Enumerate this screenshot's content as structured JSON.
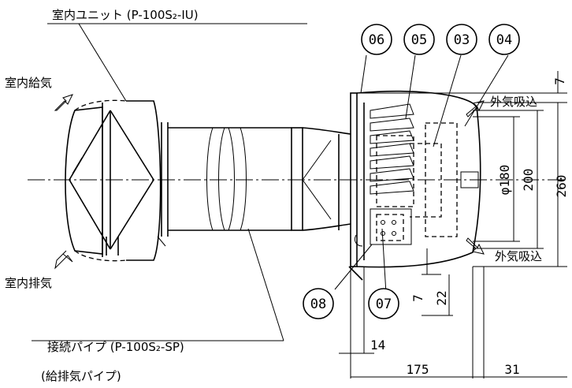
{
  "labels": {
    "indoor_unit": "室内ユニット (P-100S₂-IU)",
    "indoor_supply": "室内給気",
    "indoor_exhaust": "室内排気",
    "outdoor_intake_top": "外気吸込",
    "outdoor_intake_bottom": "外気吸込",
    "pipe": "接続パイプ (P-100S₂-SP)",
    "pipe_sub": "(給排気パイプ)"
  },
  "part_numbers": [
    "06",
    "05",
    "03",
    "04",
    "08",
    "07"
  ],
  "dimensions": {
    "top_offset": "7",
    "diameter": "φ180",
    "inner_height": "200",
    "total_height": "260",
    "bottom_offset": "7",
    "bottom_step": "22",
    "left_offset": "14",
    "depth": "175",
    "front": "31"
  }
}
